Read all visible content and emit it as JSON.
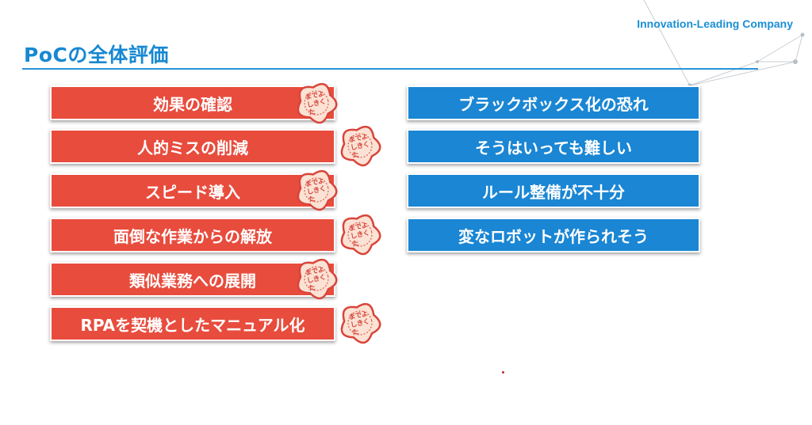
{
  "header": {
    "company": "Innovation-Leading Company",
    "title": "PoCの全体評価"
  },
  "left_items": [
    {
      "label": "効果の確認"
    },
    {
      "label": "人的ミスの削減"
    },
    {
      "label": "スピード導入"
    },
    {
      "label": "面倒な作業からの解放"
    },
    {
      "label": "類似業務への展開"
    },
    {
      "label": "RPAを契機としたマニュアル化"
    }
  ],
  "right_items": [
    {
      "label": "ブラックボックス化の恐れ"
    },
    {
      "label": "そうはいっても難しい"
    },
    {
      "label": "ルール整備が不十分"
    },
    {
      "label": "変なロボットが作られそう"
    }
  ],
  "stamp": {
    "line1": "よく",
    "line2": "でき",
    "line3": "まし",
    "line4": "た"
  },
  "colors": {
    "accent": "#1788d2",
    "positive": "#e84c3d",
    "negative": "#1a86d4",
    "stamp_fill": "#fbe2d4",
    "stamp_ink": "#d9443a"
  }
}
